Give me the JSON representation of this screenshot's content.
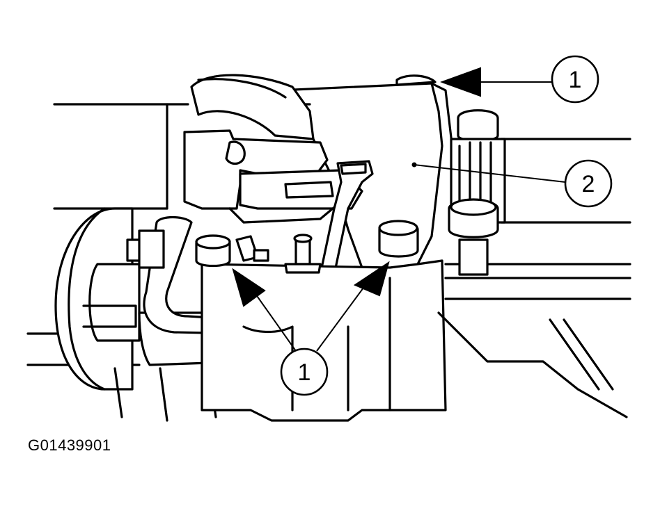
{
  "figure": {
    "id_code": "G01439901",
    "callouts": [
      {
        "number": "1"
      },
      {
        "number": "2"
      },
      {
        "number": "1"
      }
    ]
  }
}
